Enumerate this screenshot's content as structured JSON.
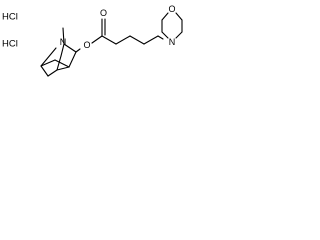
{
  "molecule": {
    "salts": [
      "HCl",
      "HCl"
    ],
    "atoms": {
      "bridge_nitrogen": "N",
      "ring_oxygen_morpholine": "O",
      "morpholine_nitrogen": "N",
      "ester_oxygen": "O",
      "carbonyl_oxygen": "O"
    }
  }
}
